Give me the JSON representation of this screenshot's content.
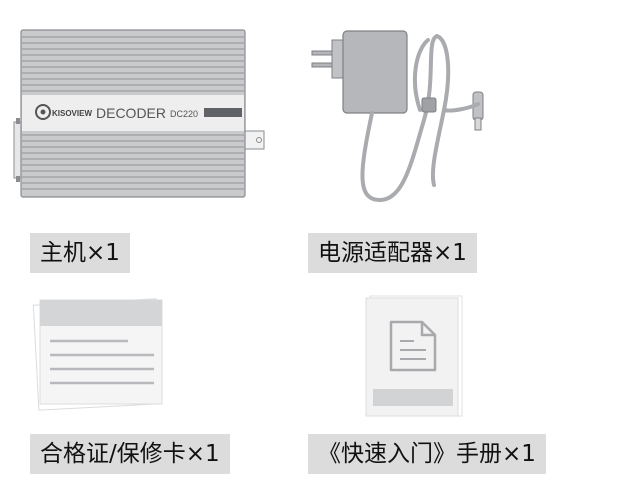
{
  "items": [
    {
      "label": "主机×1",
      "icon": "decoder-box-icon"
    },
    {
      "label": "电源适配器×1",
      "icon": "power-adapter-icon"
    },
    {
      "label": "合格证/保修卡×1",
      "icon": "warranty-card-icon"
    },
    {
      "label": "《快速入门》手册×1",
      "icon": "quick-start-manual-icon"
    }
  ],
  "device": {
    "brand": "KISOVIEW",
    "name": "DECODER",
    "model": "DC220"
  },
  "colors": {
    "label_bg": "#dcdcdc",
    "device_body": "#c8c9cb",
    "device_stroke": "#8a8c90",
    "adapter": "#b3b5b8",
    "paper": "#f3f3f3",
    "paper_header": "#d3d4d6"
  }
}
